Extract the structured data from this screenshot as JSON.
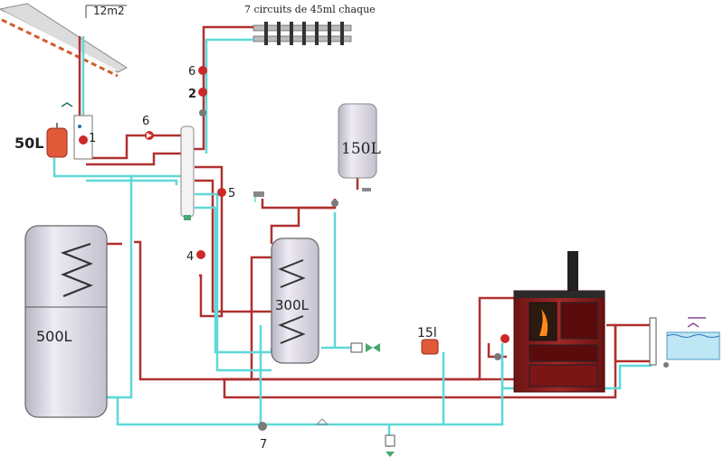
{
  "labels": {
    "panel_area": "12m2",
    "circuits": "7 circuits de 45ml chaque",
    "expansion_50": "50L",
    "tank_500": "500L",
    "tank_300": "300L",
    "tank_150": "150L",
    "expansion_15": "15l",
    "pump_1": "1",
    "pump_2": "2",
    "pump_4": "4",
    "pump_5": "5",
    "pump_6_top": "6",
    "pump_6_mid": "6",
    "pump_7": "7"
  },
  "colors": {
    "hot_pipe": "#b03030",
    "cold_pipe": "#5fd8d8",
    "tank_fill": "#e6e2ee",
    "stove_body": "#8b1c1c",
    "expansion_vessel": "#e05a3a",
    "pump": "#cc2a2a"
  }
}
